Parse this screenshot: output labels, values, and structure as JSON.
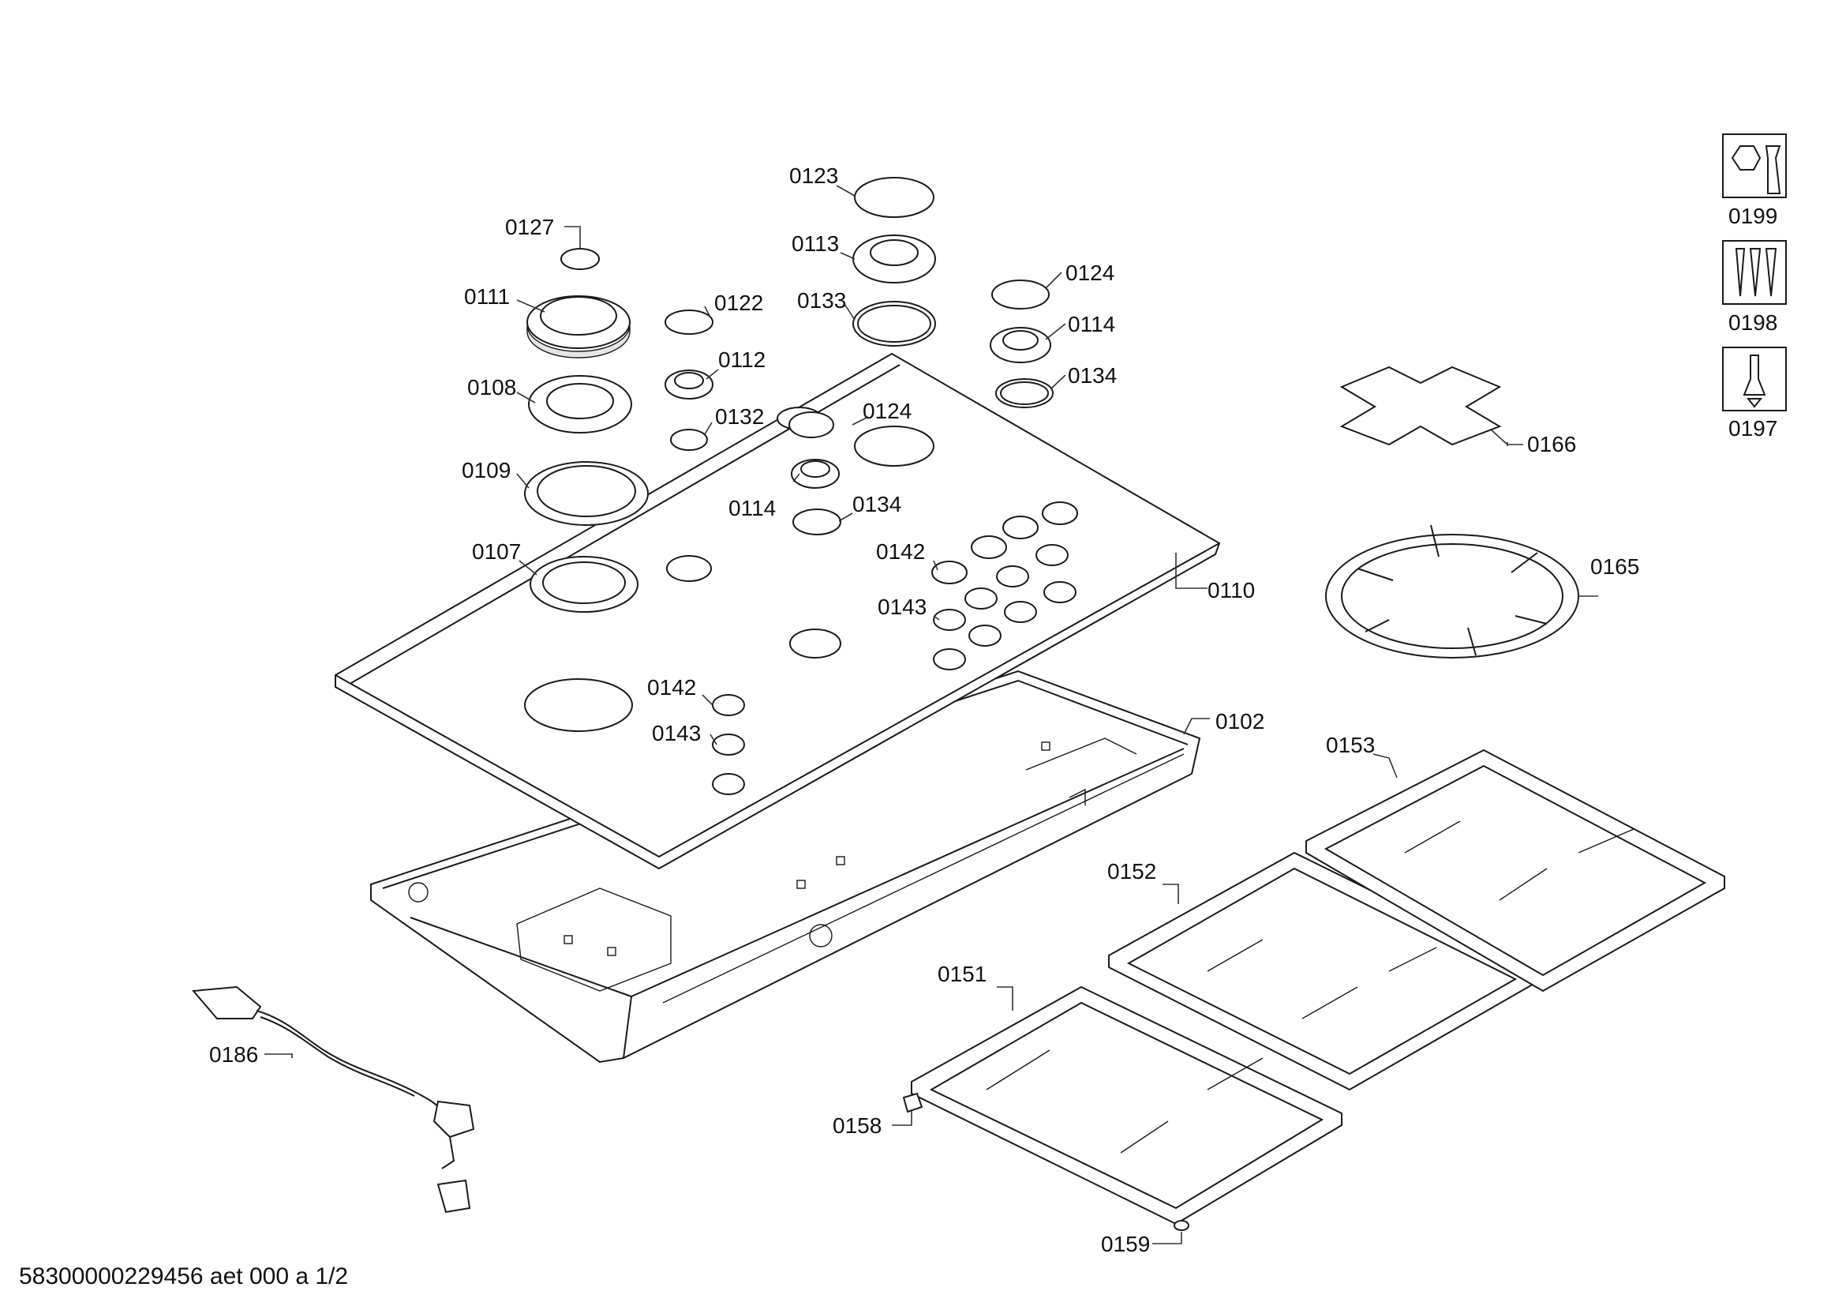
{
  "document": {
    "footer_text": "58300000229456 aet 000 a 1/2"
  },
  "parts": [
    {
      "id": "0123",
      "label": "0123"
    },
    {
      "id": "0127",
      "label": "0127"
    },
    {
      "id": "0113",
      "label": "0113"
    },
    {
      "id": "0111",
      "label": "0111"
    },
    {
      "id": "0122",
      "label": "0122"
    },
    {
      "id": "0133",
      "label": "0133"
    },
    {
      "id": "0124a",
      "label": "0124"
    },
    {
      "id": "0114a",
      "label": "0114"
    },
    {
      "id": "0112",
      "label": "0112"
    },
    {
      "id": "0108",
      "label": "0108"
    },
    {
      "id": "0134a",
      "label": "0134"
    },
    {
      "id": "0132",
      "label": "0132"
    },
    {
      "id": "0124b",
      "label": "0124"
    },
    {
      "id": "0109",
      "label": "0109"
    },
    {
      "id": "0114b",
      "label": "0114"
    },
    {
      "id": "0134b",
      "label": "0134"
    },
    {
      "id": "0107",
      "label": "0107"
    },
    {
      "id": "0142a",
      "label": "0142"
    },
    {
      "id": "0110",
      "label": "0110"
    },
    {
      "id": "0143a",
      "label": "0143"
    },
    {
      "id": "0142b",
      "label": "0142"
    },
    {
      "id": "0143b",
      "label": "0143"
    },
    {
      "id": "0102",
      "label": "0102"
    },
    {
      "id": "0153",
      "label": "0153"
    },
    {
      "id": "0152",
      "label": "0152"
    },
    {
      "id": "0151",
      "label": "0151"
    },
    {
      "id": "0186",
      "label": "0186"
    },
    {
      "id": "0158",
      "label": "0158"
    },
    {
      "id": "0159",
      "label": "0159"
    },
    {
      "id": "0166",
      "label": "0166"
    },
    {
      "id": "0165",
      "label": "0165"
    },
    {
      "id": "0199",
      "label": "0199"
    },
    {
      "id": "0198",
      "label": "0198"
    },
    {
      "id": "0197",
      "label": "0197"
    }
  ]
}
